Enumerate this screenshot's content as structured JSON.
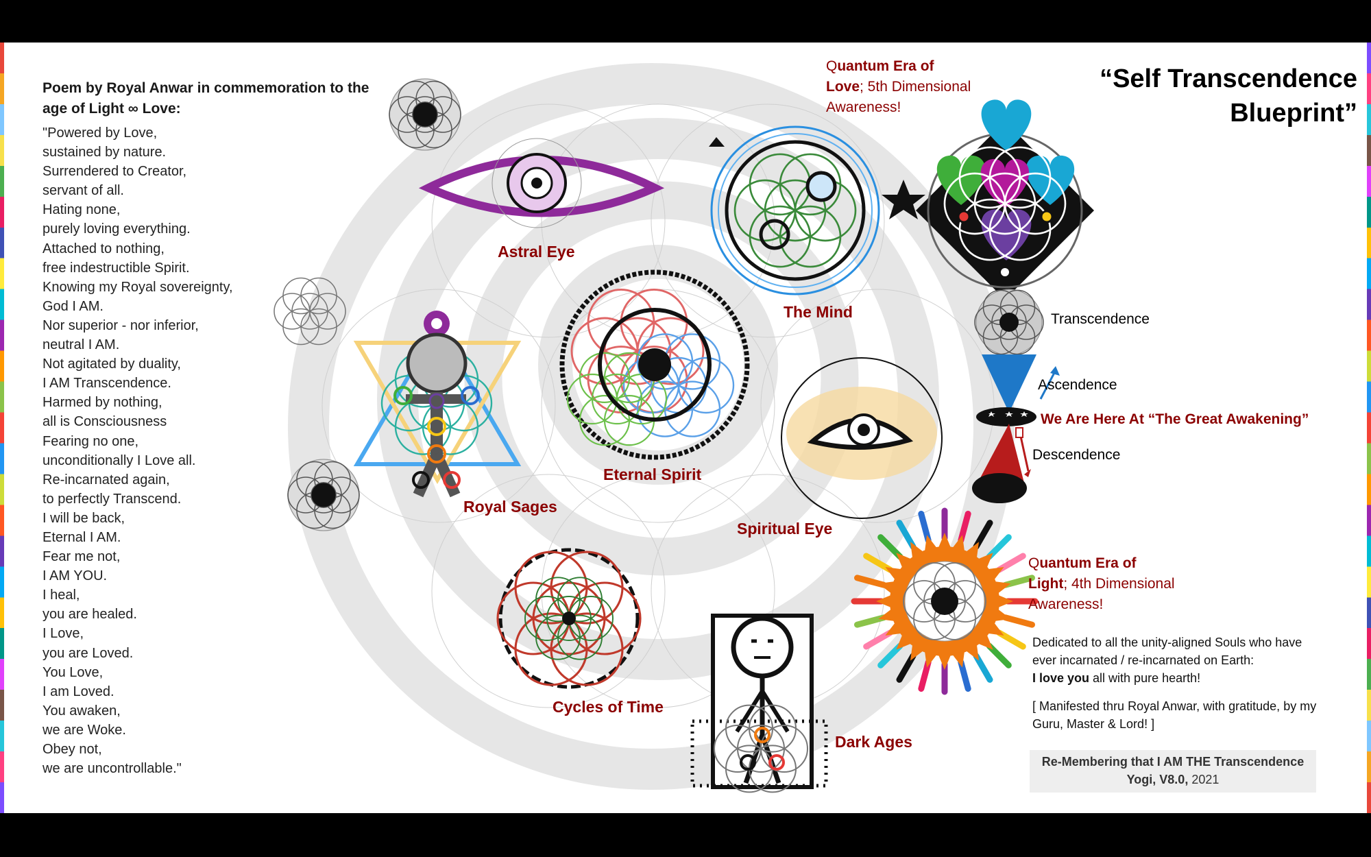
{
  "poem": {
    "heading": "Poem by Royal Anwar in commemoration to the age of Light ∞ Love:",
    "lines": [
      "\"Powered by Love,",
      "sustained by nature.",
      "Surrendered to Creator,",
      "servant of all.",
      "Hating none,",
      "purely loving everything.",
      "Attached to nothing,",
      "free indestructible Spirit.",
      "Knowing my Royal sovereignty,",
      "God I AM.",
      "Nor superior - nor inferior,",
      "neutral I AM.",
      "Not agitated by duality,",
      "I AM Transcendence.",
      "Harmed by nothing,",
      "all is Consciousness",
      "Fearing no one,",
      "unconditionally I Love all.",
      "Re-incarnated again,",
      "to perfectly Transcend.",
      "I will be back,",
      "Eternal I AM.",
      "Fear me not,",
      "I AM YOU.",
      "I heal,",
      "you are healed.",
      "I Love,",
      "you are Loved.",
      "You Love,",
      "I am Loved.",
      "You awaken,",
      "we are Woke.",
      "Obey not,",
      "we are uncontrollable.\""
    ]
  },
  "title": {
    "line1": "“Self Transcendence",
    "line2": "Blueprint”"
  },
  "love_era": {
    "q": "Q",
    "bold": "uantum Era of",
    "bold2": "Love",
    "rest": "; 5th Dimensional",
    "line3": "Awareness!"
  },
  "light_era": {
    "q": "Q",
    "bold": "uantum Era of",
    "bold2": "Light",
    "rest": "; 4th Dimensional",
    "line3": "Awareness!"
  },
  "labels": {
    "astral_eye": "Astral Eye",
    "the_mind": "The Mind",
    "royal_sages": "Royal Sages",
    "eternal_spirit": "Eternal Spirit",
    "spiritual_eye": "Spiritual Eye",
    "cycles_of_time": "Cycles of Time",
    "dark_ages": "Dark Ages"
  },
  "ascension": {
    "transcendence": "Transcendence",
    "ascendence": "Ascendence",
    "awakening": "We Are Here At “The Great Awakening”",
    "descendence": "Descendence"
  },
  "dedication": {
    "text": "Dedicated to all the unity-aligned Souls who have ever incarnated / re-incarnated on Earth:",
    "bold": "I love you",
    "rest": " all with pure hearth!"
  },
  "manifest": "[ Manifested thru Royal Anwar, with gratitude, by my Guru, Master & Lord! ]",
  "footer": {
    "bold": "Re-Membering that I AM THE Transcendence Yogi, V8.0,",
    "year": " 2021"
  },
  "colors": {
    "label_red": "#8b0000",
    "eye_purple": "#8e2a9a",
    "mind_blue": "#2a8fe0",
    "heart_cyan": "#19a7d4",
    "heart_green": "#3fae3a",
    "heart_magenta": "#b3199b",
    "heart_purple": "#6b3fa0",
    "sun_orange": "#f07a10",
    "spiral_gray": "#e6e6e6"
  },
  "icons": [
    "star-icon",
    "heart-icon",
    "eye-icon",
    "flower-of-life-icon",
    "stick-figure-icon",
    "sun-icon"
  ]
}
